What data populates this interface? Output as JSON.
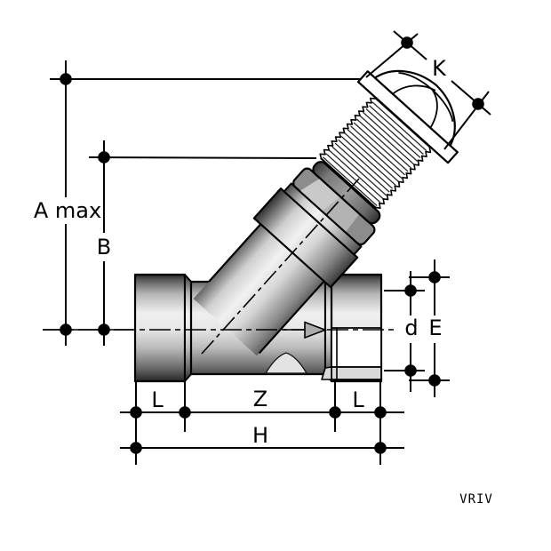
{
  "drawing": {
    "type": "technical-dimension-drawing",
    "subject": "angle-seat check valve with threaded plug (exploded)",
    "model_code": "VRIV",
    "dimension_labels": {
      "a_max": "A max",
      "b": "B",
      "k": "K",
      "d": "d",
      "e": "E",
      "l_left": "L",
      "z": "Z",
      "l_right": "L",
      "h": "H"
    },
    "colors": {
      "line": "#000000",
      "background": "#ffffff",
      "body_highlight": "#f1f1f1",
      "body_shadow": "#262626",
      "nut_band": "#8c8c8c",
      "facet_light": "#c9c9c9",
      "facet_mid": "#b3b3b3",
      "bore_strip": "#d9d9d9",
      "arrow_fill": "#ababab"
    }
  }
}
